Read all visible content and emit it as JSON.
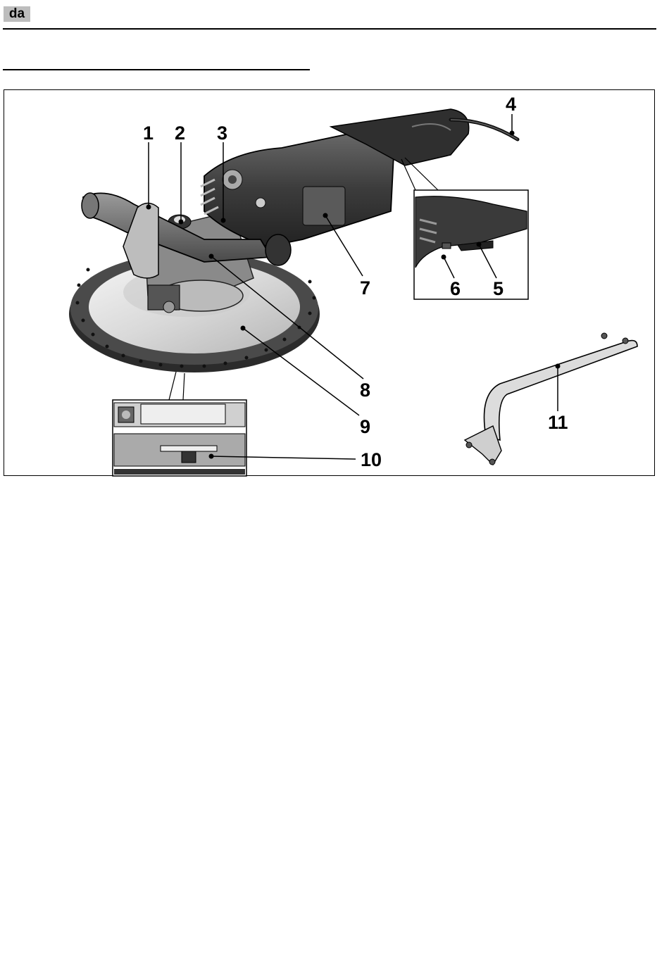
{
  "header": {
    "language_code": "da"
  },
  "figure": {
    "callouts": {
      "c1": "1",
      "c2": "2",
      "c3": "3",
      "c4": "4",
      "c5": "5",
      "c6": "6",
      "c7": "7",
      "c8": "8",
      "c9": "9",
      "c10": "10",
      "c11": "11"
    }
  }
}
